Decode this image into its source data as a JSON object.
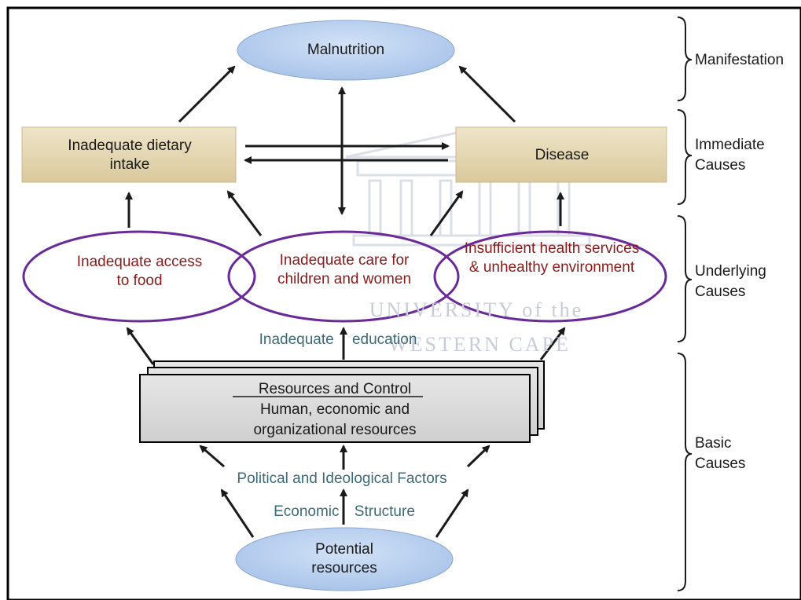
{
  "diagram": {
    "manifestation": {
      "node": "Malnutrition"
    },
    "immediate": {
      "left": "Inadequate dietary intake",
      "right": "Disease"
    },
    "underlying": {
      "food": "Inadequate access to food",
      "care": "Inadequate care for children and women",
      "health": "Insufficient health services & unhealthy environment"
    },
    "education_label": "Inadequate education",
    "resources": {
      "title": "Resources and Control",
      "line1": "Human, economic and",
      "line2": "organizational resources"
    },
    "political_label": "Political and Ideological Factors",
    "economic_label": "Economic Structure",
    "potential": "Potential resources"
  },
  "sidebar": {
    "manifestation": "Manifestation",
    "immediate": "Immediate Causes",
    "underlying": "Underlying Causes",
    "basic": "Basic Causes"
  },
  "watermark": {
    "line1": "UNIVERSITY of the",
    "line2": "WESTERN CAPE"
  },
  "colors": {
    "ellipse_fill": "#b7cfee",
    "box_fill": "#e2d5ae",
    "oval_outline": "#6a2a9a",
    "red_text": "#8b1a1a",
    "teal_text": "#3c6a78",
    "resource_fill": "#dcdcdc"
  }
}
